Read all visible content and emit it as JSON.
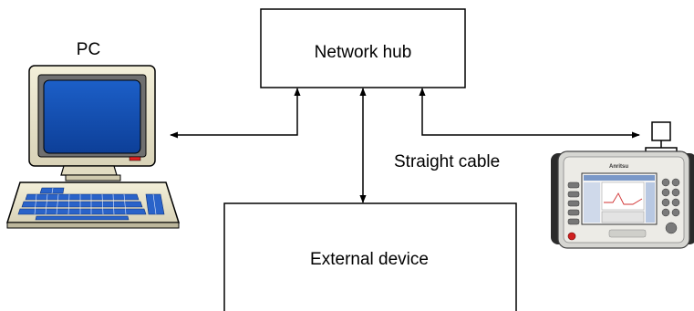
{
  "diagram": {
    "pc_label": "PC",
    "hub_label": "Network hub",
    "external_label": "External device",
    "cable_label": "Straight cable",
    "instrument_brand": "Anritsu"
  },
  "nodes": [
    {
      "id": "pc",
      "label_key": "diagram.pc_label",
      "icon": "computer-icon"
    },
    {
      "id": "hub",
      "label_key": "diagram.hub_label"
    },
    {
      "id": "external",
      "label_key": "diagram.external_label"
    },
    {
      "id": "instrument",
      "icon": "handheld-instrument-icon"
    }
  ],
  "edges": [
    {
      "from": "pc",
      "to": "hub",
      "direction": "both"
    },
    {
      "from": "hub",
      "to": "external",
      "direction": "both"
    },
    {
      "from": "hub",
      "to": "instrument",
      "direction": "both"
    }
  ]
}
